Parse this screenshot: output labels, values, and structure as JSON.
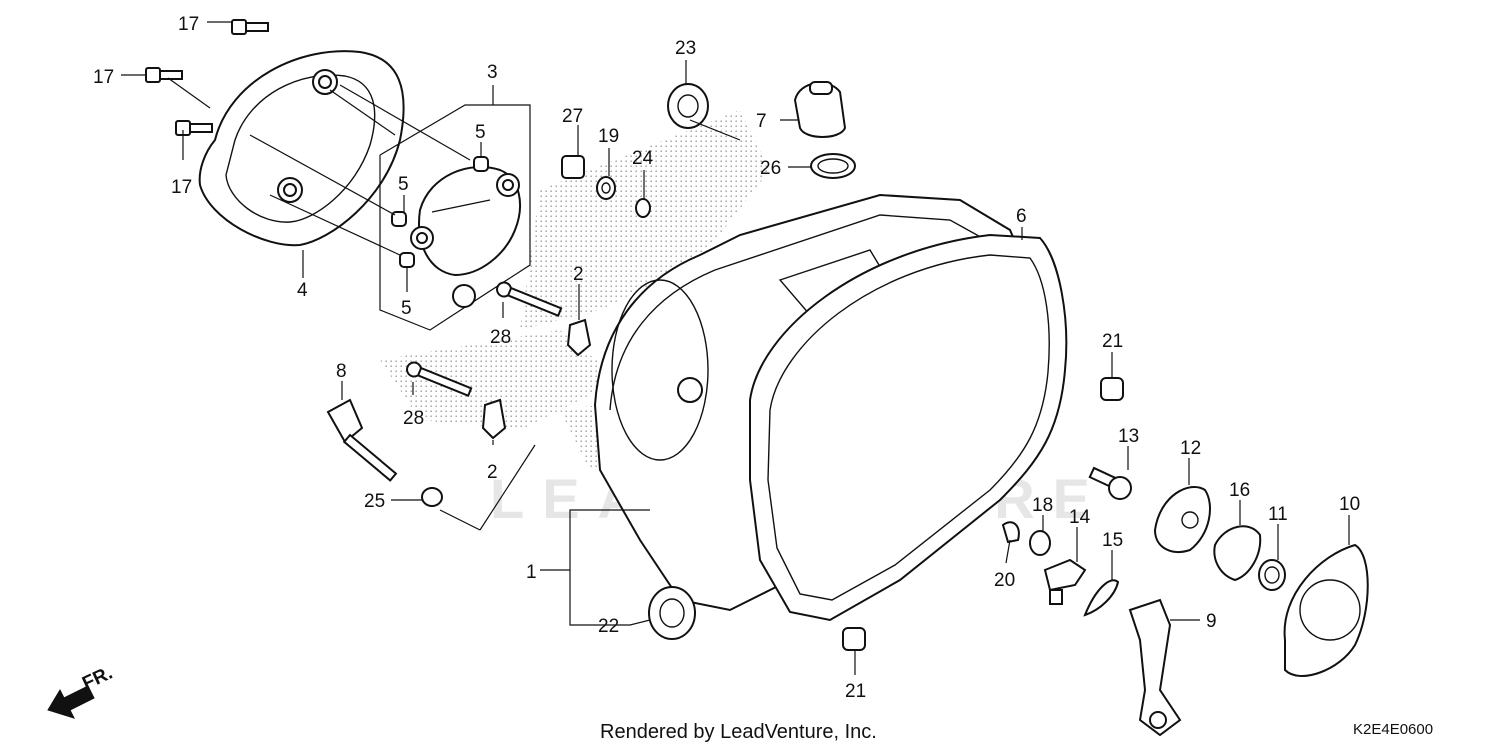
{
  "callouts": {
    "c17a": "17",
    "c17b": "17",
    "c17c": "17",
    "c3": "3",
    "c4": "4",
    "c5a": "5",
    "c5b": "5",
    "c5c": "5",
    "c27": "27",
    "c19": "19",
    "c24": "24",
    "c23": "23",
    "c7": "7",
    "c26": "26",
    "c6": "6",
    "c2a": "2",
    "c2b": "2",
    "c28a": "28",
    "c28b": "28",
    "c8": "8",
    "c25": "25",
    "c1": "1",
    "c22": "22",
    "c21a": "21",
    "c21b": "21",
    "c13": "13",
    "c12": "12",
    "c16": "16",
    "c11": "11",
    "c10": "10",
    "c18": "18",
    "c14": "14",
    "c15": "15",
    "c20": "20",
    "c9": "9"
  },
  "direction_label": "FR.",
  "footer": "Rendered by LeadVenture, Inc.",
  "diagram_code": "K2E4E0600",
  "watermark": "LEADVENTURE"
}
